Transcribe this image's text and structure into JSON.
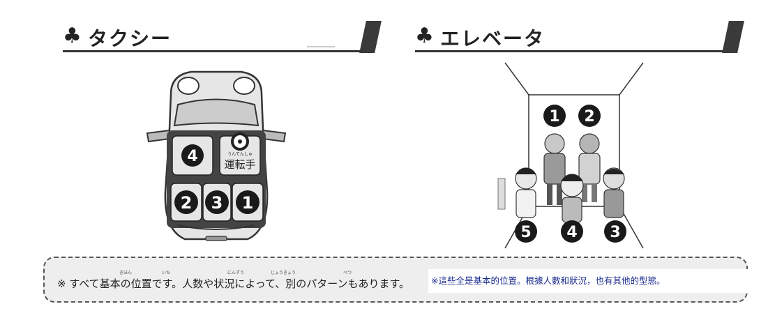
{
  "sections": [
    {
      "title": "タクシー"
    },
    {
      "title": "エレベータ"
    }
  ],
  "club_symbol": "♣",
  "taxi": {
    "driver_ruby": "うんてんしゅ",
    "driver_label": "運転手",
    "seats": [
      "4",
      "2",
      "3",
      "1"
    ]
  },
  "elevator": {
    "positions": [
      "1",
      "2",
      "5",
      "4",
      "3"
    ]
  },
  "note": {
    "jp_text": "※ すべて基本の位置です。人数や状況によって、別のパターンもあります。",
    "ruby": [
      "きほん",
      "いち",
      "にんずう",
      "じょうきょう",
      "べつ"
    ],
    "zh_text": "※這些全是基本的位置。根據人數和狀況，也有其他的型態。"
  },
  "colors": {
    "accent_dark": "#333333",
    "chinese_text": "#1b2b8f",
    "note_bg": "#eeeeee"
  }
}
